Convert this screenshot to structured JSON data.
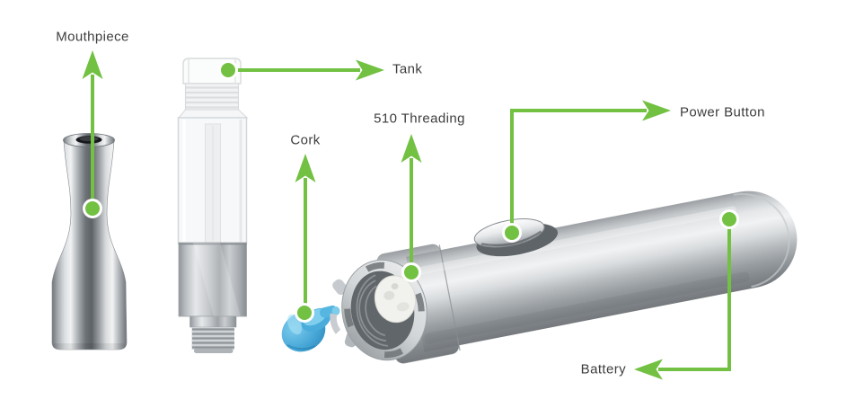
{
  "palette": {
    "background": "#ffffff",
    "accent_green": "#72c142",
    "label_text": "#3d3d3d",
    "cork_blue": "#49abd9",
    "metal_silver": "#c6cacd"
  },
  "callouts": {
    "mouthpiece": {
      "label": "Mouthpiece"
    },
    "tank": {
      "label": "Tank"
    },
    "cork": {
      "label": "Cork"
    },
    "threading": {
      "label": "510 Threading"
    },
    "power_button": {
      "label": "Power Button"
    },
    "battery": {
      "label": "Battery"
    }
  }
}
